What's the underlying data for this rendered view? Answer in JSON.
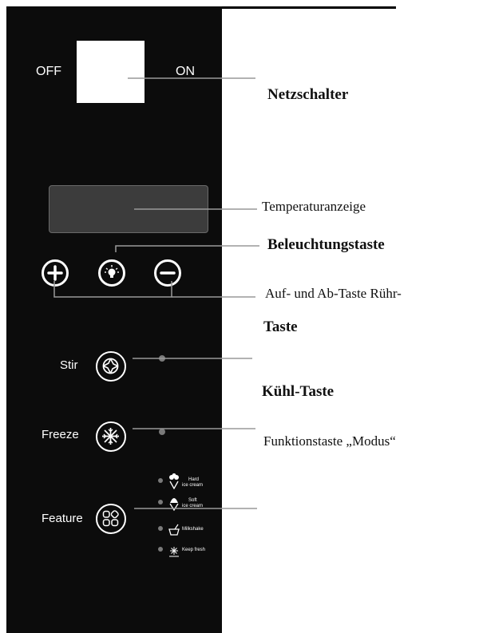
{
  "panel": {
    "switch": {
      "off_label": "OFF",
      "on_label": "ON"
    },
    "buttons": {
      "stir_label": "Stir",
      "freeze_label": "Freeze",
      "feature_label": "Feature"
    },
    "modes": [
      {
        "icon": "hard-ice-cream-icon",
        "line1": "Hard",
        "line2": "ice cream"
      },
      {
        "icon": "soft-ice-cream-icon",
        "line1": "Soft",
        "line2": "ice cream"
      },
      {
        "icon": "milkshake-icon",
        "line1": "Milkshake",
        "line2": ""
      },
      {
        "icon": "keep-fresh-icon",
        "line1": "Keep fresh",
        "line2": ""
      }
    ],
    "colors": {
      "panel": "#0c0c0c",
      "display": "#3c3c3c",
      "led": "#7a7a7a"
    }
  },
  "annotations": {
    "netzschalter": "Netzschalter",
    "temperatur": "Temperaturanzeige",
    "beleuchtung": "Beleuchtungstaste",
    "aufab_line1": "Auf- und Ab-Taste Rühr-",
    "aufab_line2": "Taste",
    "kuehl": "Kühl-Taste",
    "funktion": "Funktionstaste „Modus“"
  }
}
